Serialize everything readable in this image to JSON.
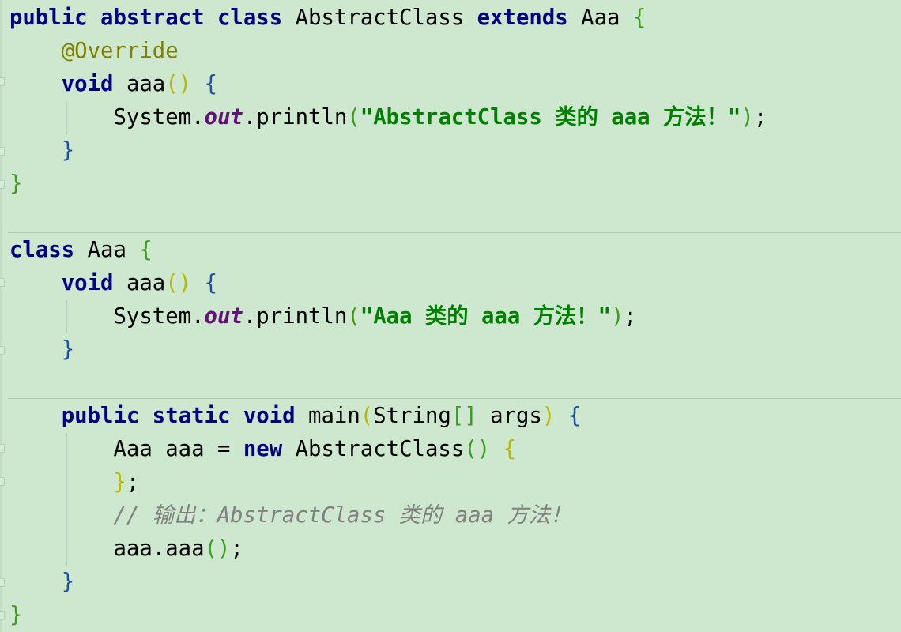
{
  "code": {
    "l1": {
      "kw_public": "public",
      "kw_abstract": "abstract",
      "kw_class": "class",
      "class_name": "AbstractClass",
      "kw_extends": "extends",
      "super_name": "Aaa",
      "open_brace": "{"
    },
    "l2": {
      "annotation": "@Override"
    },
    "l3": {
      "kw_void": "void",
      "method": "aaa",
      "parens": "()",
      "open_brace": "{"
    },
    "l4": {
      "target": "System.",
      "field": "out",
      "call": ".println",
      "open_paren": "(",
      "string": "\"AbstractClass 类的 aaa 方法！\"",
      "close_paren": ")",
      "semicolon": ";"
    },
    "l5": {
      "close_brace": "}"
    },
    "l6": {
      "close_brace": "}"
    },
    "l7": {
      "kw_class": "class",
      "class_name": "Aaa",
      "open_brace": "{"
    },
    "l8": {
      "kw_void": "void",
      "method": "aaa",
      "parens": "()",
      "open_brace": "{"
    },
    "l9": {
      "target": "System.",
      "field": "out",
      "call": ".println",
      "open_paren": "(",
      "string": "\"Aaa 类的 aaa 方法！\"",
      "close_paren": ")",
      "semicolon": ";"
    },
    "l10": {
      "close_brace": "}"
    },
    "l11": {
      "kw_public": "public",
      "kw_static": "static",
      "kw_void": "void",
      "method": "main",
      "open_paren": "(",
      "param_type": "String",
      "brackets": "[]",
      "param_name": "args",
      "close_paren": ")",
      "open_brace": "{"
    },
    "l12": {
      "var_type": "Aaa",
      "var_name": "aaa",
      "assign": "=",
      "kw_new": "new",
      "ctor": "AbstractClass",
      "parens": "()",
      "open_brace": "{"
    },
    "l13": {
      "close_brace": "}",
      "semicolon": ";"
    },
    "l14": {
      "comment": "// 输出：AbstractClass 类的 aaa 方法！"
    },
    "l15": {
      "target": "aaa.aaa",
      "parens": "()",
      "semicolon": ";"
    },
    "l16": {
      "close_brace": "}"
    },
    "l17": {
      "close_brace": "}"
    }
  },
  "colors": {
    "background": "#cde8cf",
    "keyword": "#000080",
    "annotation": "#808000",
    "string": "#008000",
    "static_field": "#660e7a",
    "comment": "#808080"
  }
}
